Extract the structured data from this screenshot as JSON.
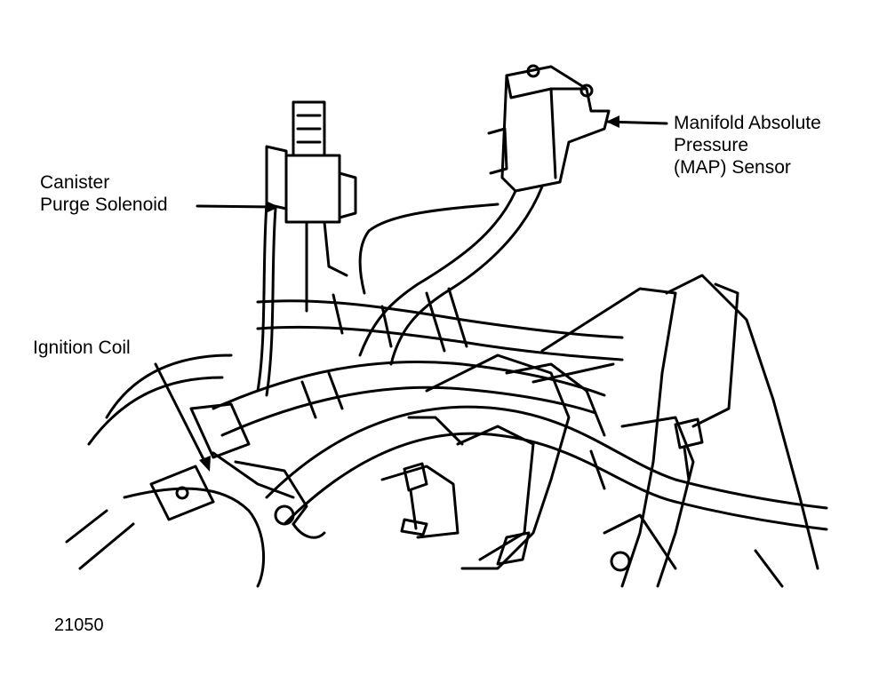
{
  "labels": {
    "map_sensor": [
      "Manifold Absolute",
      "Pressure",
      "(MAP) Sensor"
    ],
    "canister": [
      "Canister",
      "Purge Solenoid"
    ],
    "ignition": [
      "Ignition Coil"
    ]
  },
  "figure_number": "21050",
  "colors": {
    "ink": "#000000",
    "paper": "#ffffff"
  }
}
